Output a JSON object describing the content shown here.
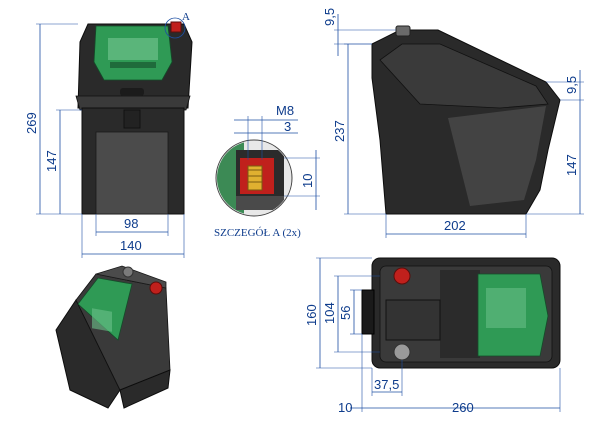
{
  "detail_label": "A",
  "detail_caption": "SZCZEGÓŁ A (2x)",
  "front_view": {
    "height_total": "269",
    "height_body": "147",
    "width_inner": "98",
    "width_total": "140"
  },
  "side_view": {
    "top_offset": "9,5",
    "height_body": "237",
    "top_offset_right": "9,5",
    "height_right": "147",
    "depth": "202"
  },
  "detail_view": {
    "thread": "M8",
    "offset": "3",
    "height": "10"
  },
  "top_view": {
    "width": "160",
    "inner_width": "104",
    "terminal_spacing": "56",
    "terminal_offset": "37,5",
    "flange": "10",
    "length": "260"
  },
  "colors": {
    "dimension": "#1d4fa3",
    "housing": "#2a2a2a",
    "label_green": "#2f9a55",
    "terminal_red": "#c0201c"
  }
}
